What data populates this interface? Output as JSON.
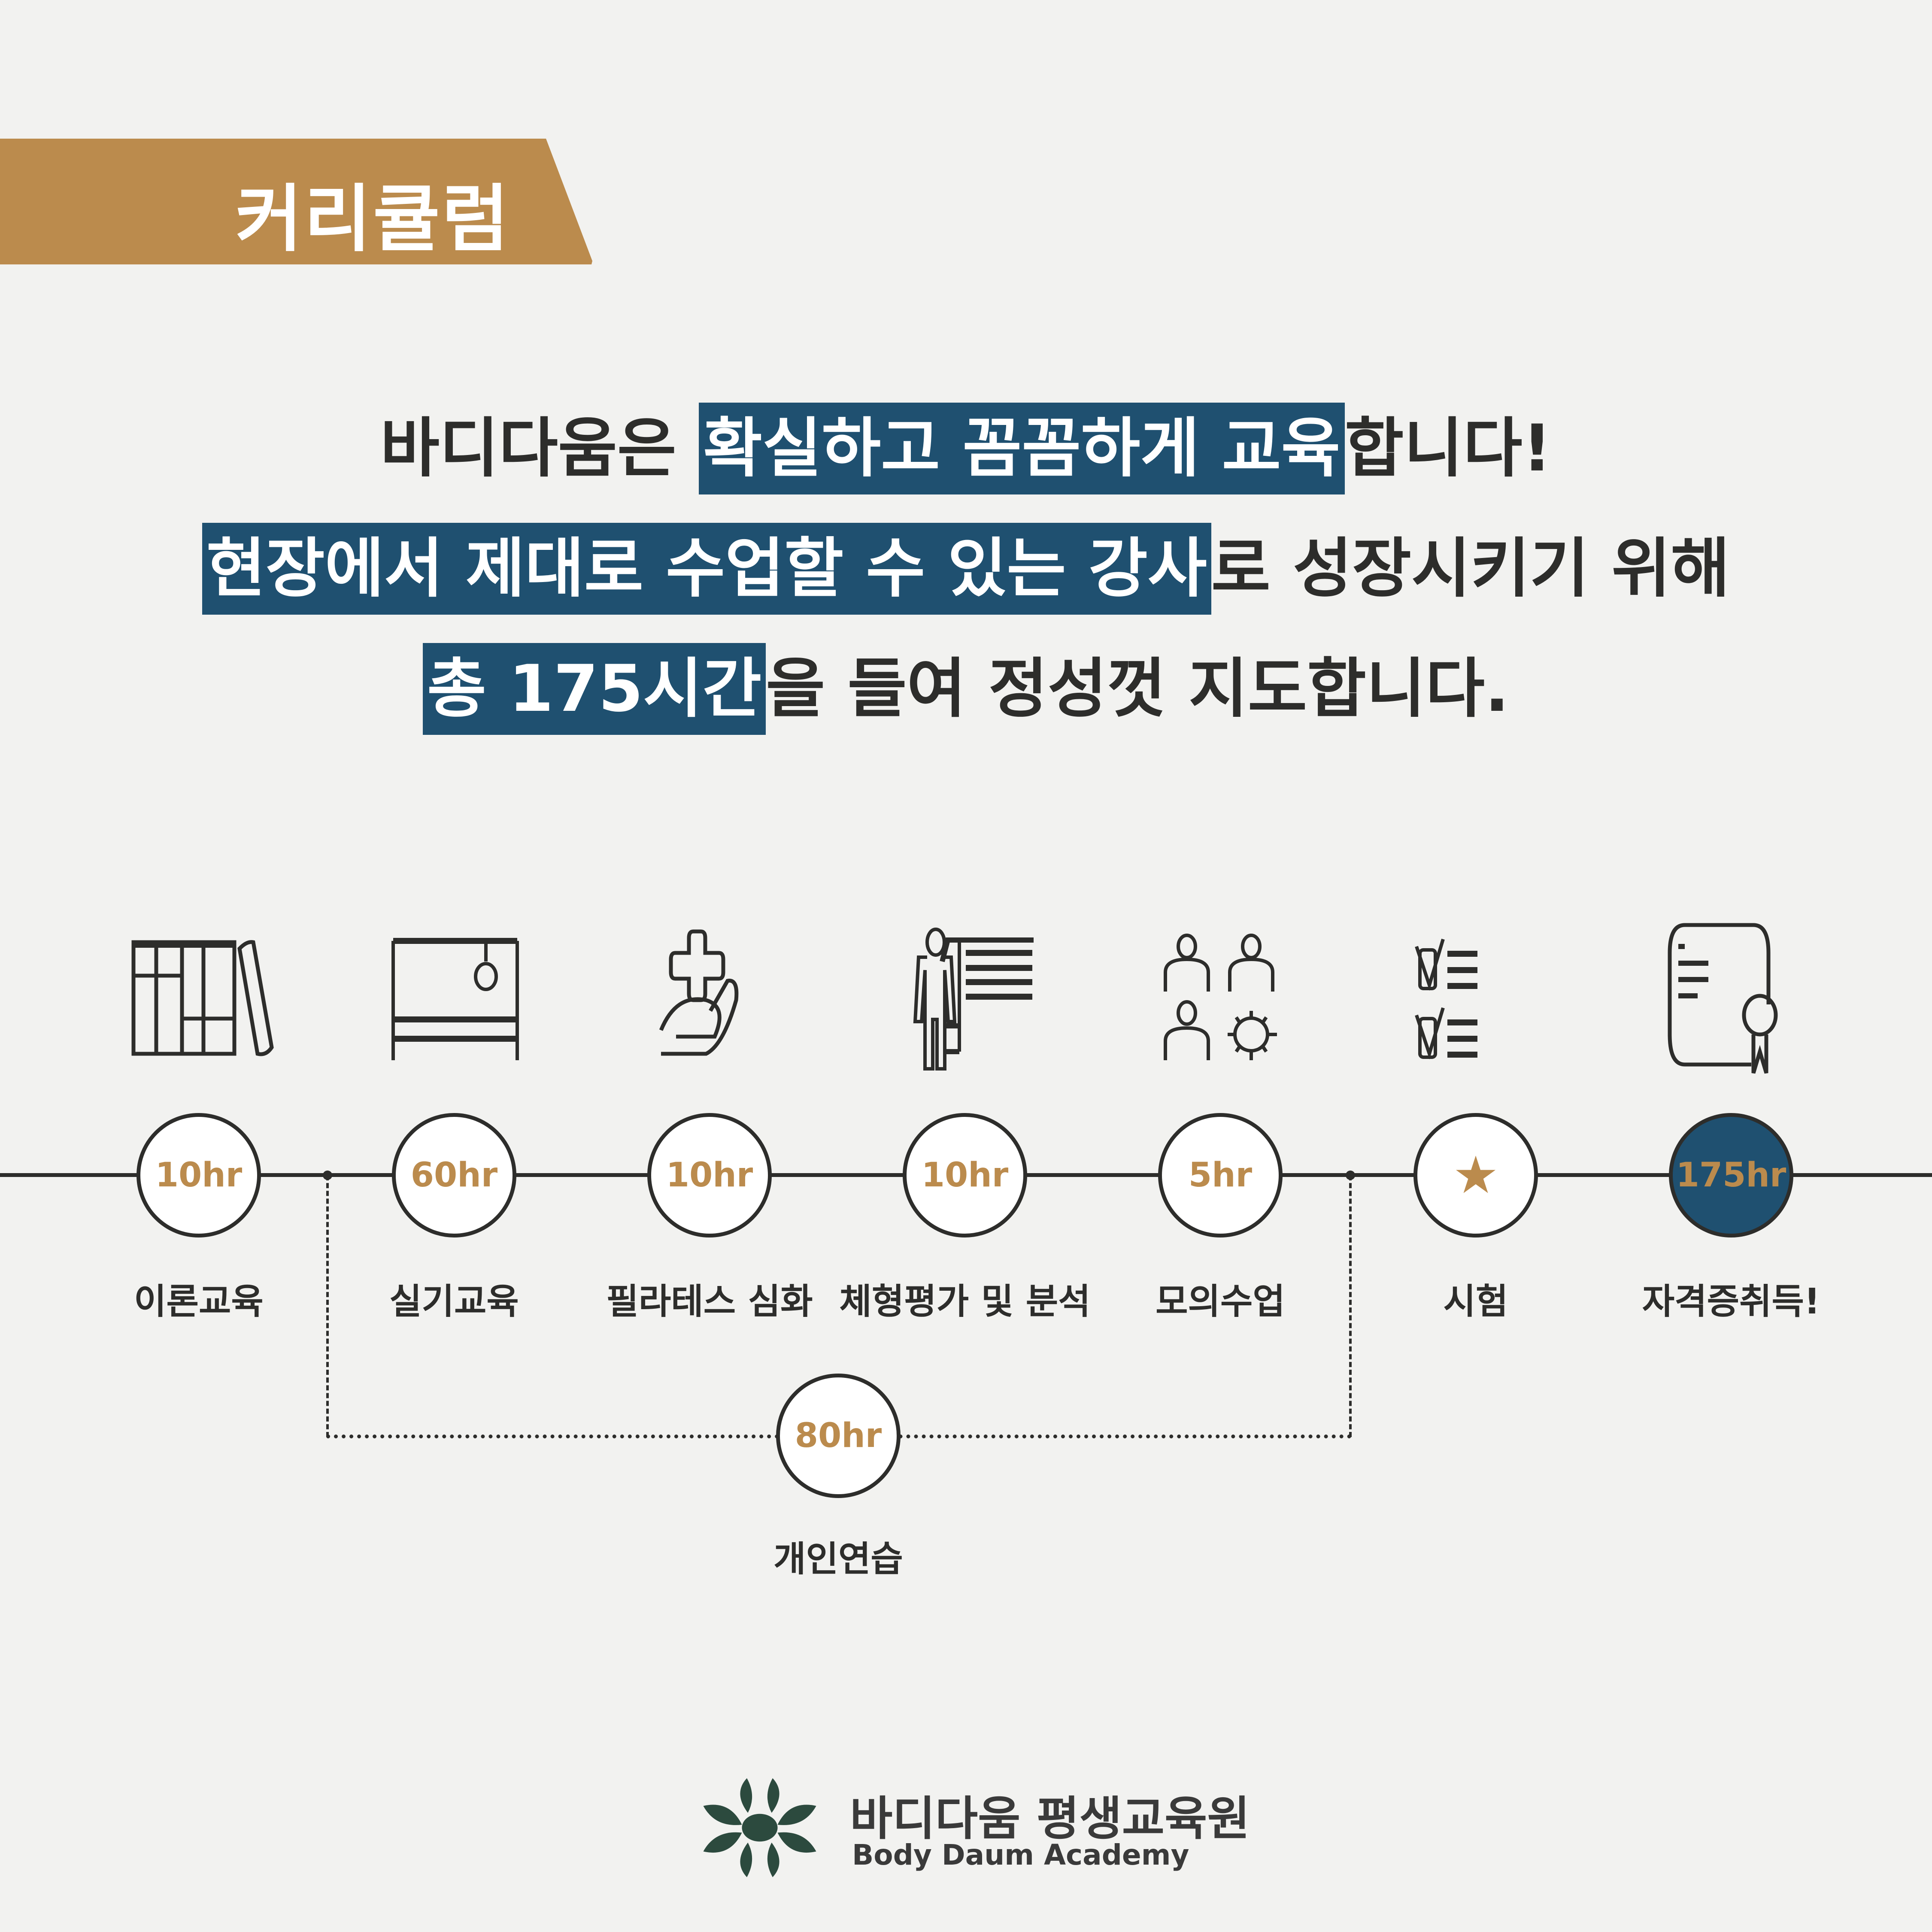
{
  "banner": {
    "title": "커리큘럼"
  },
  "headline": {
    "line1": {
      "pre": "바디다움은 ",
      "highlight": "확실하고 꼼꼼하게 교육",
      "post": "합니다!"
    },
    "line2": {
      "pre": "",
      "highlight": "현장에서 제대로 수업할 수 있는 강사",
      "post": "로 성장시키기 위해"
    },
    "line3": {
      "pre": "",
      "highlight": "총 175시간",
      "post": "을 들여 정성껏 지도합니다."
    }
  },
  "colors": {
    "accent_gold": "#bb8b4d",
    "accent_navy": "#1f5070",
    "text": "#2d2d2b",
    "background": "#f2f2f0",
    "logo_green": "#2c4a3e"
  },
  "steps": [
    {
      "icon": "books-icon",
      "hours": "10hr",
      "label": "이론교육"
    },
    {
      "icon": "reformer-frame-icon",
      "hours": "60hr",
      "label": "실기교육"
    },
    {
      "icon": "hand-medical-cross-icon",
      "hours": "10hr",
      "label": "필라테스 심화"
    },
    {
      "icon": "body-assessment-chart-icon",
      "hours": "10hr",
      "label": "체형평가 및 분석"
    },
    {
      "icon": "group-teaching-icon",
      "hours": "5hr",
      "label": "모의수업"
    },
    {
      "icon": "checklist-icon",
      "hours": "★",
      "label": "시험"
    },
    {
      "icon": "certificate-icon",
      "hours": "175hr",
      "label": "자격증취득!"
    }
  ],
  "branch": {
    "hours": "80hr",
    "label": "개인연습"
  },
  "footer": {
    "name_kr": "바디다움 평생교육원",
    "name_en": "Body Daum Academy"
  }
}
